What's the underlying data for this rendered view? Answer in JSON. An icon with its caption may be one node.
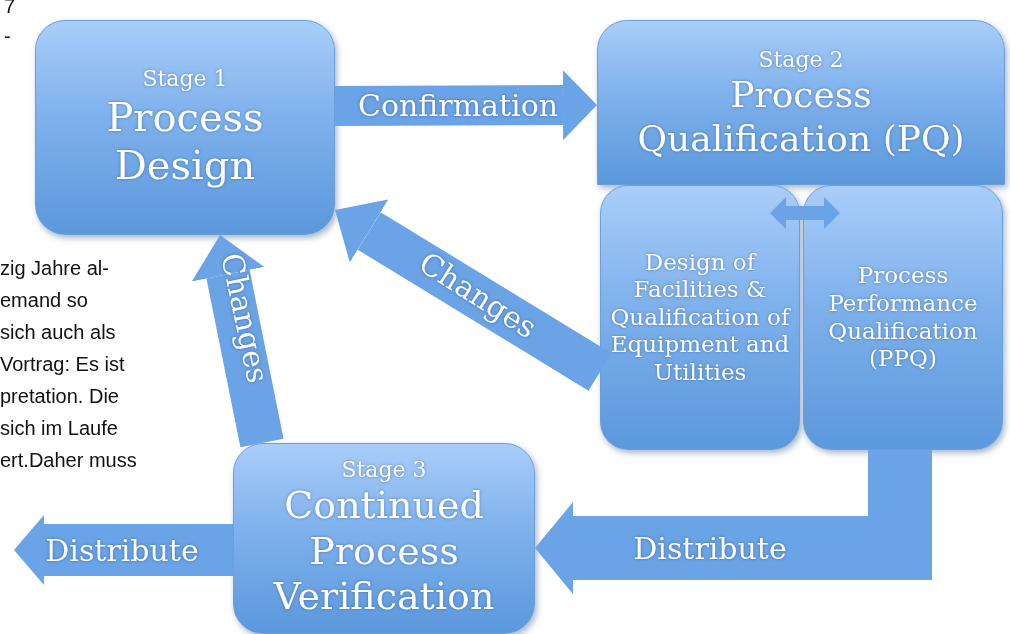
{
  "diagram": {
    "nodes": [
      {
        "text": [
          "Stage 1",
          "Process Design"
        ]
      },
      {
        "text": [
          "Stage 2",
          "Process Qualification (PQ)"
        ]
      },
      {
        "text": [
          "Design of Facilities & Qualification of Equipment and Utilities"
        ]
      },
      {
        "text": [
          "Process Performance Qualification (PPQ)"
        ]
      },
      {
        "text": [
          "Stage 3",
          "Continued Process Verification"
        ]
      }
    ],
    "edges": [
      {
        "from": 0,
        "to": 1,
        "arrow": "to",
        "label": "Confirmation"
      },
      {
        "from": 2,
        "to": 0,
        "arrow": "to",
        "label": "Changes"
      },
      {
        "from": 4,
        "to": 0,
        "arrow": "to",
        "label": "Changes"
      },
      {
        "from": 2,
        "to": 3,
        "arrow": "both"
      },
      {
        "from": 3,
        "to": 4,
        "arrow": "to",
        "label": "Distribute"
      },
      {
        "from": 4,
        "to": null,
        "arrow": "to",
        "label": "Distribute"
      }
    ],
    "labels": [
      "7",
      "-",
      "zig Jahre al-",
      "emand so",
      "sich auch als",
      "Vortrag: Es ist",
      "pretation. Die",
      "sich im Laufe",
      "ert.Daher muss"
    ]
  }
}
